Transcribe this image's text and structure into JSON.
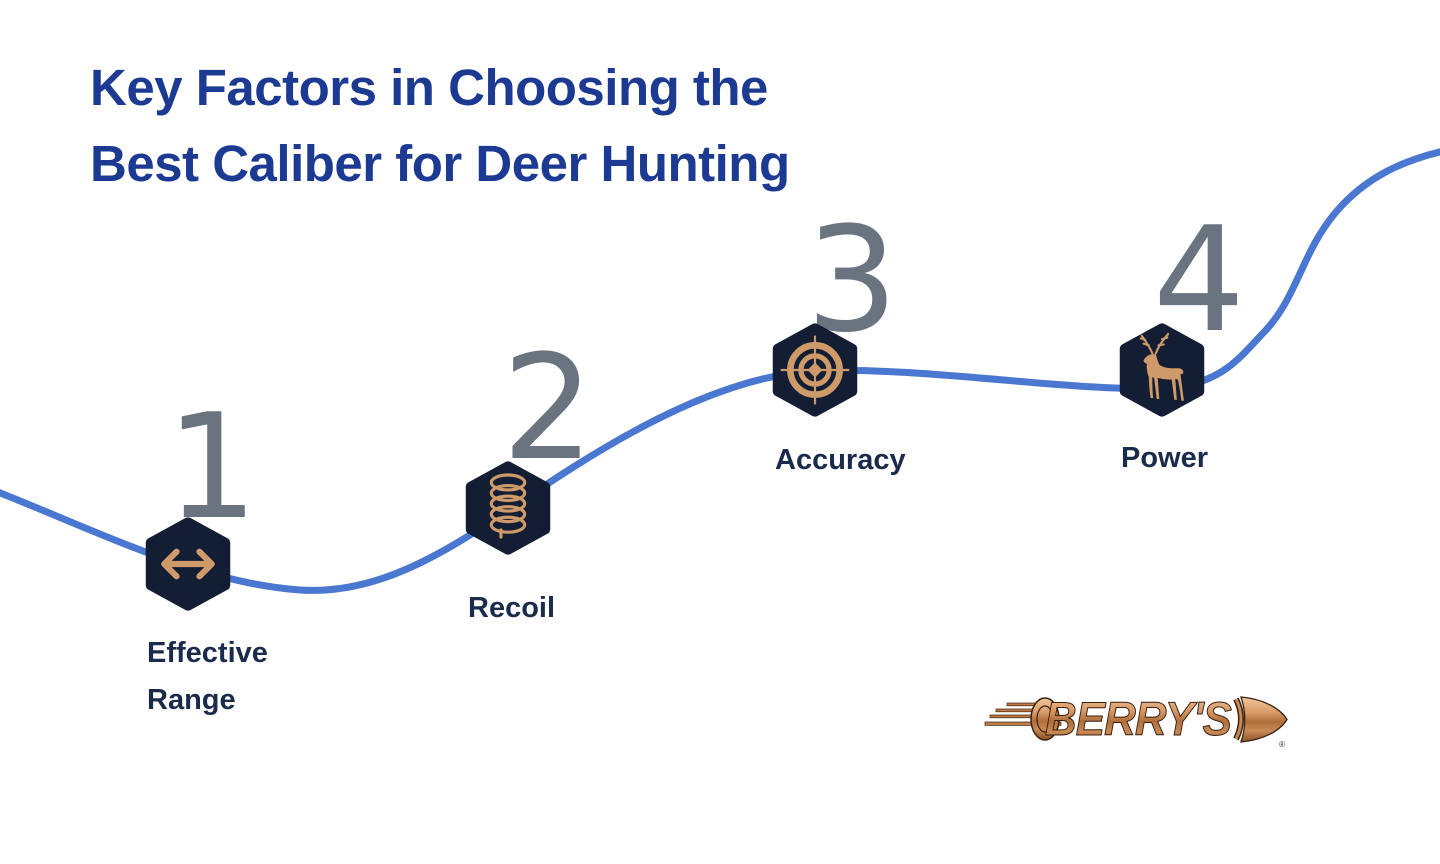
{
  "title": {
    "line1": "Key Factors in Choosing the",
    "line2": "Best Caliber for Deer Hunting"
  },
  "steps": [
    {
      "number": "1",
      "icon": "horizontal-double-arrow-icon",
      "label_line1": "Effective",
      "label_line2": "Range"
    },
    {
      "number": "2",
      "icon": "recoil-spring-icon",
      "label_line1": "Recoil"
    },
    {
      "number": "3",
      "icon": "target-crosshair-icon",
      "label_line1": "Accuracy"
    },
    {
      "number": "4",
      "icon": "deer-icon",
      "label_line1": "Power"
    }
  ],
  "logo": {
    "brand": "BERRY'S",
    "registered": "®"
  },
  "colors": {
    "title_blue": "#1c3a92",
    "number_gray": "#6a7380",
    "curve_blue": "#4a77cf",
    "hexagon_navy": "#131d33",
    "icon_copper": "#cf9a6a",
    "label_navy": "#1b2b4c",
    "logo_copper": "#c07a45"
  }
}
